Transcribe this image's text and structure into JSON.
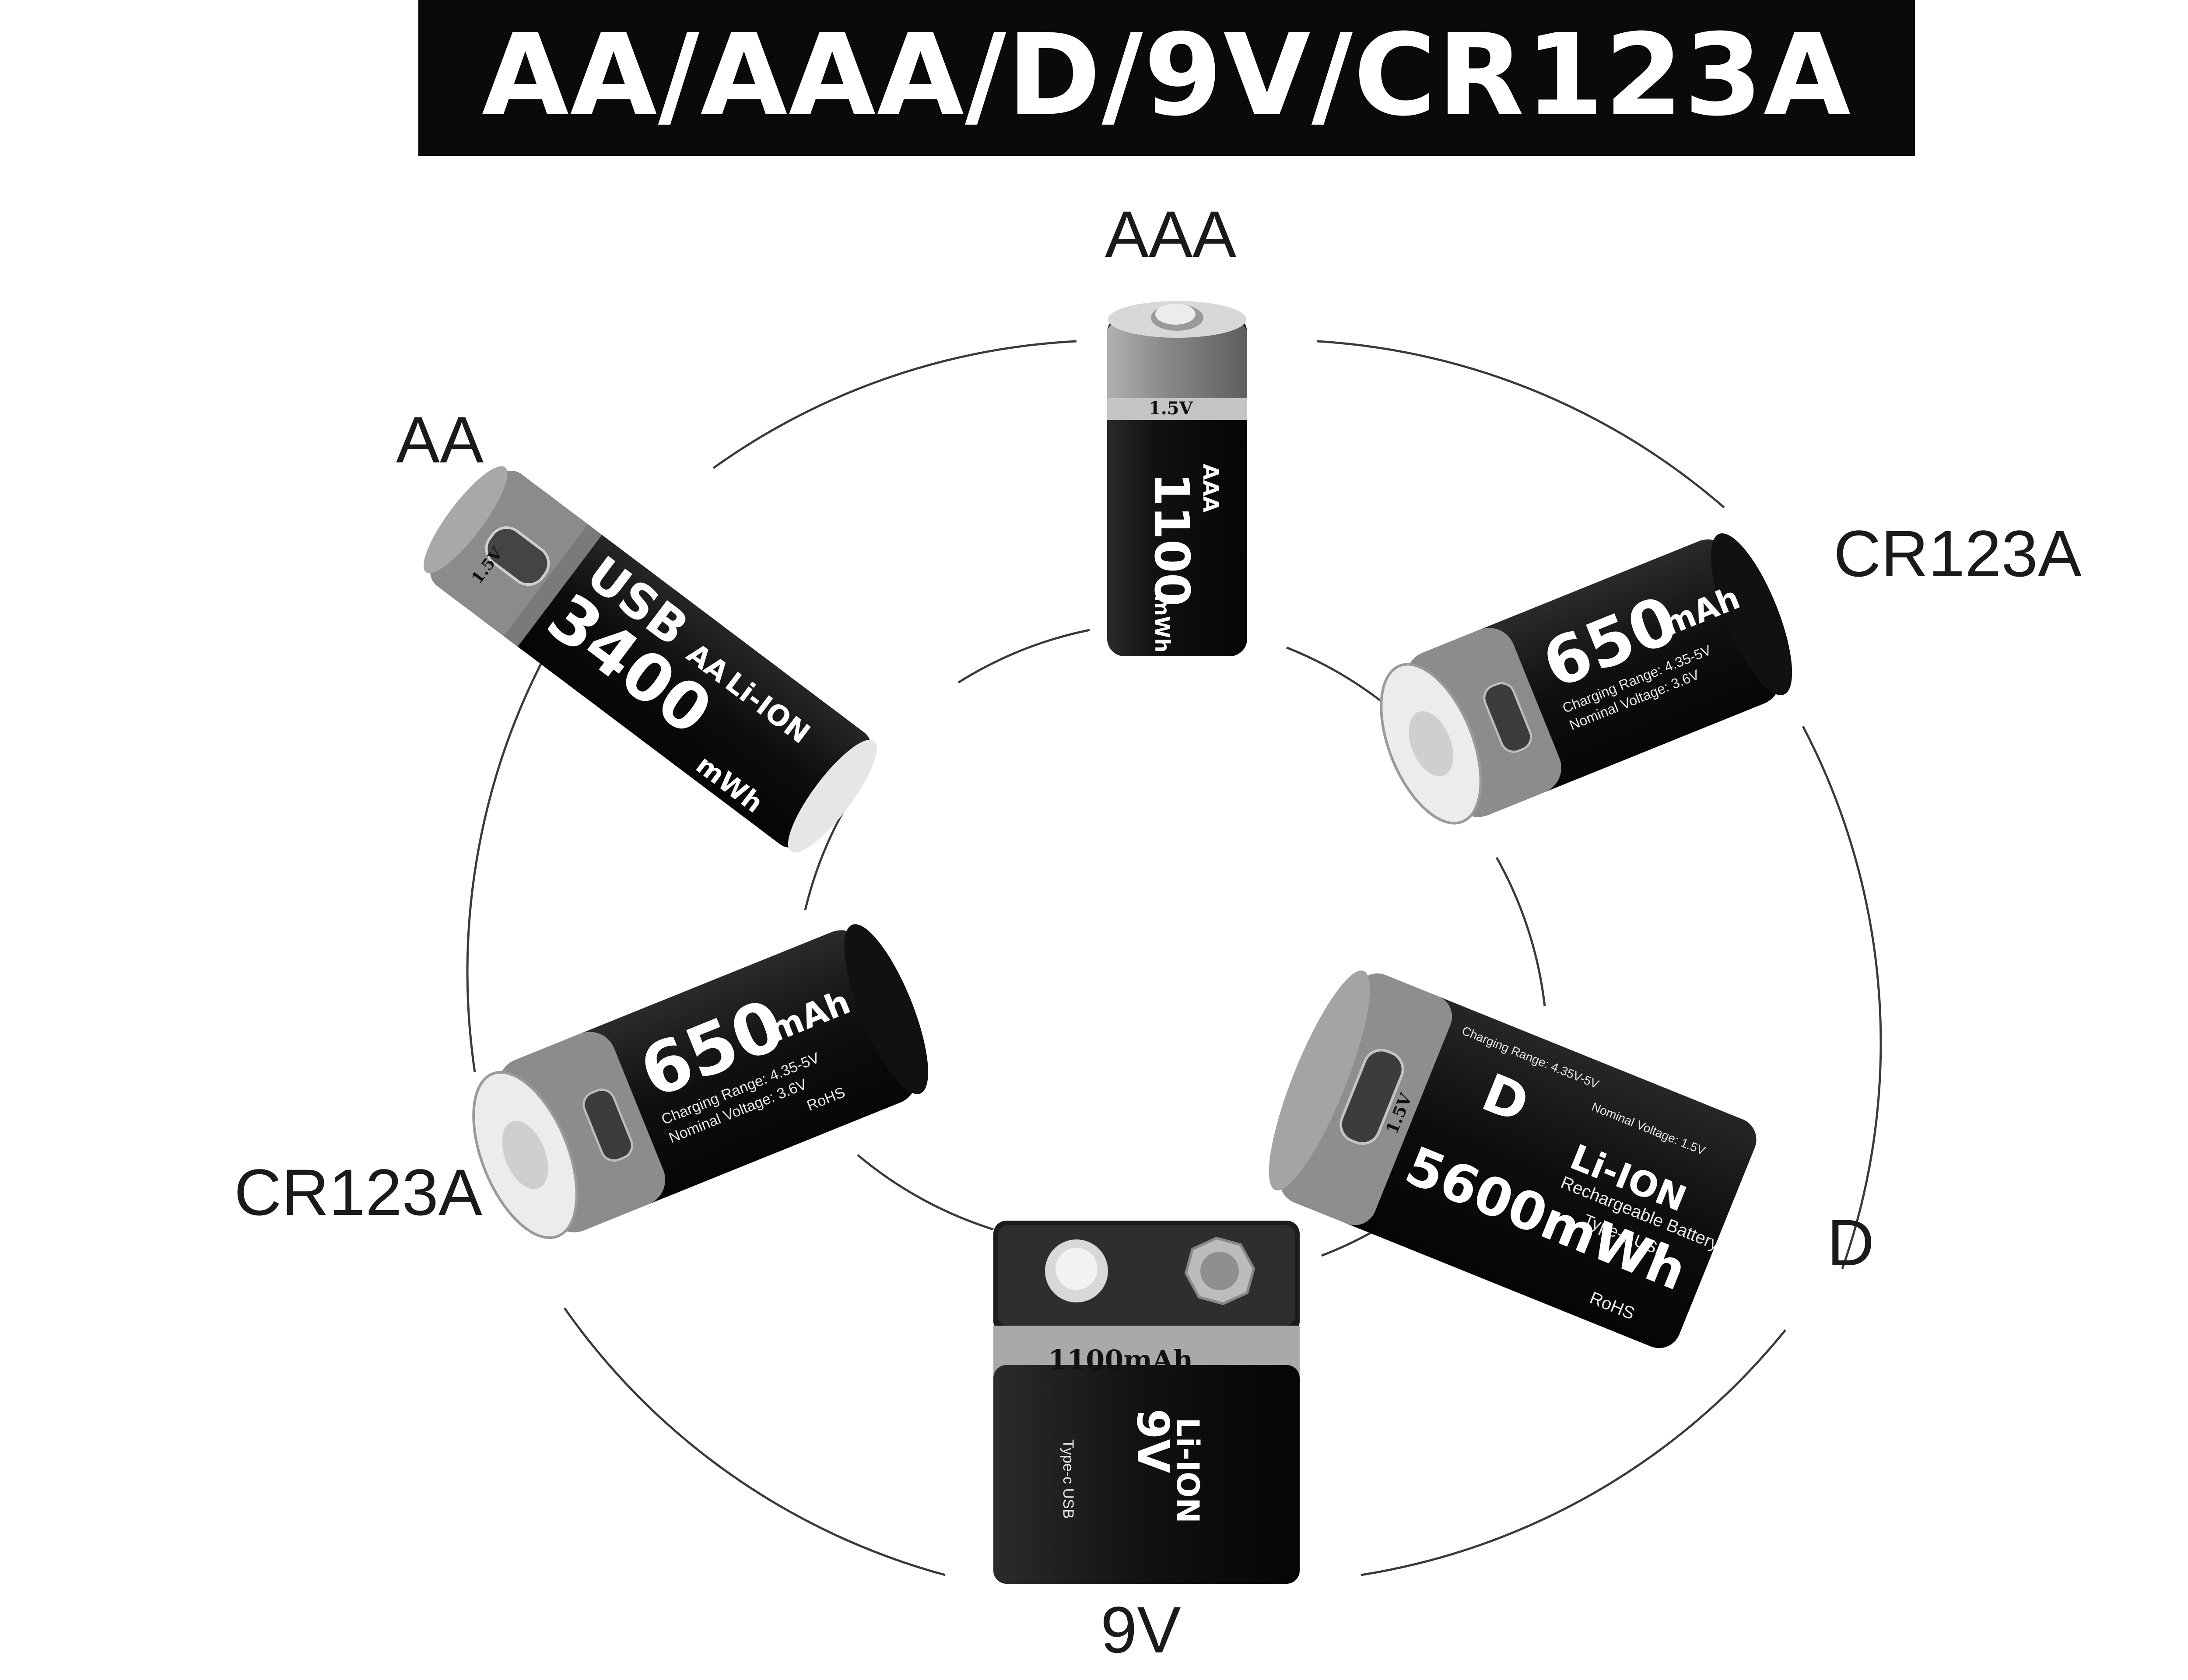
{
  "title": "AA/AAA/D/9V/CR123A",
  "labels": {
    "aaa": "AAA",
    "aa": "AA",
    "cr123a_right": "CR123A",
    "cr123a_left": "CR123A",
    "d": "D",
    "nine_v": "9V"
  },
  "batteries": {
    "aaa": {
      "voltage": "1.5V",
      "capacity": "1100",
      "unit": "mWh",
      "type_mark": "AAA"
    },
    "aa": {
      "usb": "USB",
      "type_mark": "AA",
      "chem": "Li-ION",
      "voltage": "1.5V",
      "capacity": "3400",
      "unit": "mWh"
    },
    "cr123a_right": {
      "capacity": "650",
      "unit": "mAh",
      "charging": "Charging Range: 4.35-5V",
      "nominal": "Nominal Voltage: 3.6V"
    },
    "cr123a_left": {
      "capacity": "650",
      "unit": "mAh",
      "charging": "Charging Range: 4.35-5V",
      "nominal": "Nominal Voltage: 3.6V",
      "rohs": "RoHS"
    },
    "d": {
      "size": "D",
      "chem": "Li-ION",
      "voltage": "1.5V",
      "rechargeable": "Rechargeable Battery",
      "typec": "Type-c USB",
      "capacity": "5600mWh",
      "charging": "Charging Range: 4.35V-5V",
      "nominal": "Nominal Voltage: 1.5V",
      "rohs": "RoHS"
    },
    "nine_v": {
      "capacity": "1100mAh",
      "size": "9V",
      "chem": "Li-ION",
      "typec": "Type-c USB"
    }
  },
  "colors": {
    "banner": "#0a0a0a",
    "battery_body": "#111111",
    "battery_band": "#8a8a8a",
    "ring": "#333333"
  }
}
